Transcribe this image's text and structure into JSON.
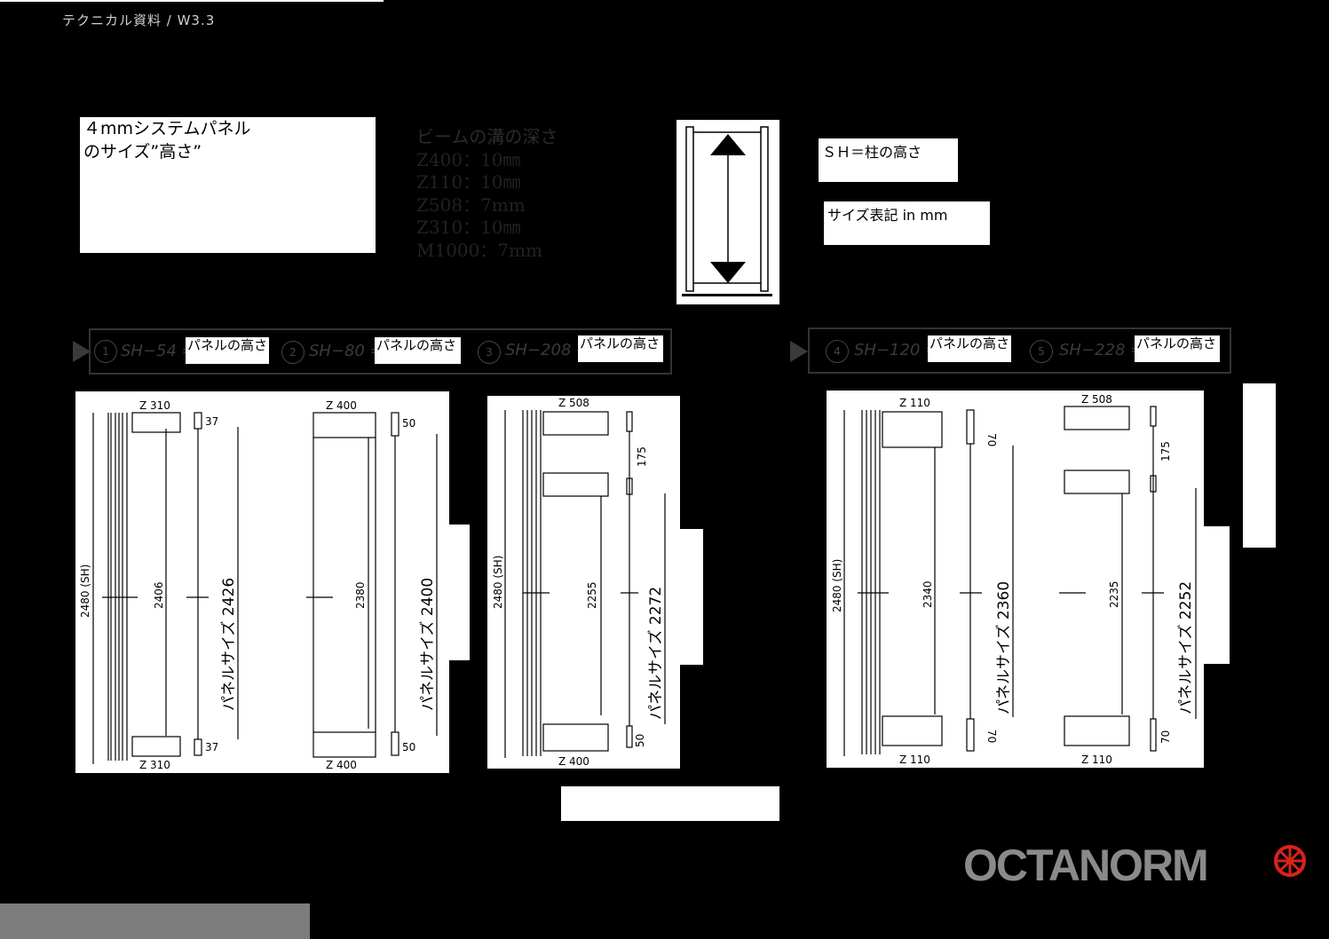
{
  "header": {
    "title": "テクニカル資料 / W3.3"
  },
  "panel_title": {
    "line1": "４mmシステムパネル",
    "line2": "のサイズ”高さ”"
  },
  "beam_depth": {
    "heading": "ビームの溝の深さ",
    "rows": [
      "Z400：10㎜",
      "Z110：10㎜",
      "Z508：7mm",
      "Z310：10㎜",
      "M1000：7mm"
    ]
  },
  "legend": {
    "sh": "ＳＨ＝柱の高さ",
    "unit": "サイズ表記 in mm"
  },
  "formulas_left": [
    {
      "num": "1",
      "text": "SH−54 =",
      "label": "パネルの高さ"
    },
    {
      "num": "2",
      "text": "SH−80 =",
      "label": "パネルの高さ"
    },
    {
      "num": "3",
      "text": "SH−208 =",
      "label": "パネルの高さ"
    }
  ],
  "formulas_right": [
    {
      "num": "4",
      "text": "SH−120 =",
      "label": "パネルの高さ"
    },
    {
      "num": "5",
      "text": "SH−228 =",
      "label": "パネルの高さ"
    }
  ],
  "drawings": {
    "d1": {
      "top": "Z 310",
      "bottom": "Z 310",
      "total": "2480 (SH)",
      "inner": "2406",
      "panel": "パネルサイズ  2426",
      "g_top": "37",
      "g_bot": "37"
    },
    "d2": {
      "top": "Z 400",
      "bottom": "Z 400",
      "inner": "2380",
      "panel": "パネルサイズ  2400",
      "g_top": "50",
      "g_bot": "50"
    },
    "d3": {
      "top": "Z 508",
      "bottom": "Z 400",
      "total": "2480 (SH)",
      "inner": "2255",
      "gap": "175",
      "panel": "パネルサイズ  2272",
      "g_bot": "50"
    },
    "d4": {
      "top": "Z 110",
      "bottom": "Z 110",
      "total": "2480 (SH)",
      "inner": "2340",
      "panel": "パネルサイズ  2360",
      "g_top": "70",
      "g_bot": "70"
    },
    "d5": {
      "top": "Z 508",
      "bottom": "Z 110",
      "inner": "2235",
      "gap": "175",
      "panel": "パネルサイズ  2252",
      "g_bot": "70"
    }
  },
  "brand": {
    "name": "OCTANORM",
    "color": "#8a8a8a",
    "accent": "#d8231a"
  }
}
